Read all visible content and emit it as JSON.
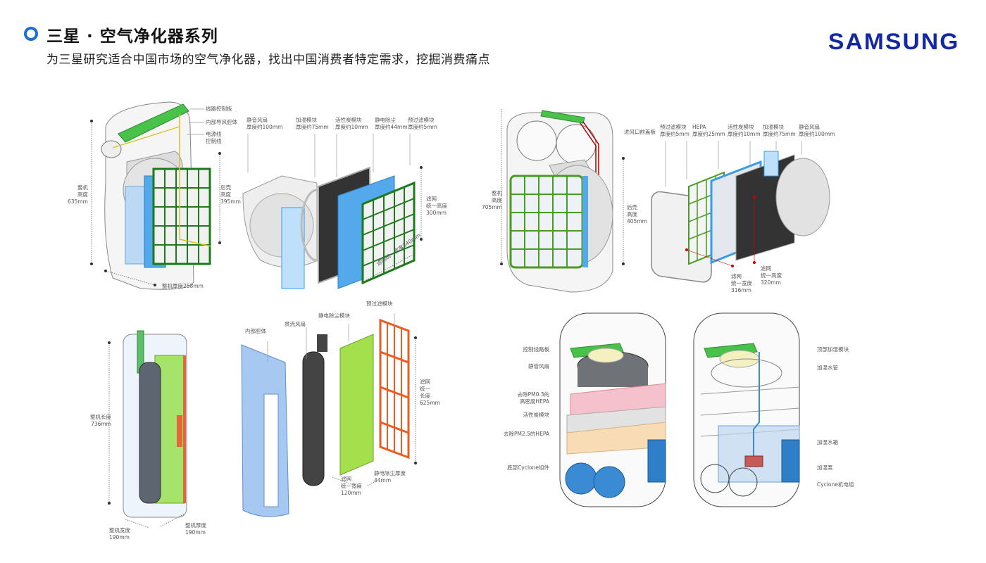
{
  "header": {
    "title": "三星 · 空气净化器系列",
    "subtitle": "为三星研究适合中国市场的空气净化器，找出中国消费者特定需求，挖掘消费痛点",
    "logo": "SAMSUNG",
    "accent_color": "#1f6fd1",
    "logo_color": "#1428a0"
  },
  "diagram1": {
    "labels": {
      "circuit_board": "线路控制板",
      "inner_duct": "内部导风腔体",
      "power_line": "电源线\n控制线",
      "height": "整机\n高度\n635mm",
      "rear_height": "后壳\n高度\n395mm",
      "depth": "整机厚度258mm"
    }
  },
  "diagram2": {
    "labels": {
      "fan": "静音风扇\n厚度约100mm",
      "humidifier": "加湿模块\n厚度约75mm",
      "carbon": "活性炭模块\n厚度约10mm",
      "electrostatic": "静电除尘\n厚度约44mm",
      "prefilter": "预过滤模块\n厚度约5mm",
      "filter_height": "滤网\n统一高度\n300mm",
      "filter_width": "滤网统一宽度340mm"
    }
  },
  "diagram3": {
    "labels": {
      "height": "整机\n高度\n705mm",
      "rear_height": "后壳\n高度\n405mm"
    }
  },
  "diagram4": {
    "labels": {
      "front_panel": "进风口前盖板",
      "prefilter": "预过滤模块\n厚度约5mm",
      "hepa": "HEPA\n厚度约25mm",
      "carbon": "活性炭模块\n厚度约10mm",
      "humidifier": "加湿模块\n厚度约75mm",
      "fan": "静音风扇\n厚度约100mm",
      "filter_width": "滤网\n统一宽度\n316mm",
      "filter_height": "滤网\n统一高度\n320mm"
    }
  },
  "diagram5": {
    "labels": {
      "length": "整机长度\n736mm",
      "width": "整机宽度\n190mm",
      "depth": "整机厚度\n190mm"
    }
  },
  "diagram6": {
    "labels": {
      "inner_body": "内部腔体",
      "crossflow_fan": "贯流风扇",
      "electrostatic": "静电除尘模块",
      "prefilter": "预过滤模块",
      "filter_length": "滤网\n统一\n长度\n625mm",
      "filter_width": "滤网\n统一宽度\n120mm",
      "electrostatic_thickness": "静电除尘厚度\n44mm"
    }
  },
  "diagram7": {
    "labels": {
      "circuit_board": "控制线路板",
      "fan": "静音风扇",
      "hepa_pm03": "去除PM0.3的\n高密度HEPA",
      "carbon": "活性炭模块",
      "hepa_pm25": "去除PM2.5的HEPA",
      "cyclone": "底部Cyclone组件"
    }
  },
  "diagram8": {
    "labels": {
      "top_humidifier": "顶部加湿模块",
      "water_pipe": "加湿水管",
      "water_tank": "加湿水箱",
      "pump": "加湿泵",
      "cyclone_motor": "Cyclone机电组"
    }
  }
}
